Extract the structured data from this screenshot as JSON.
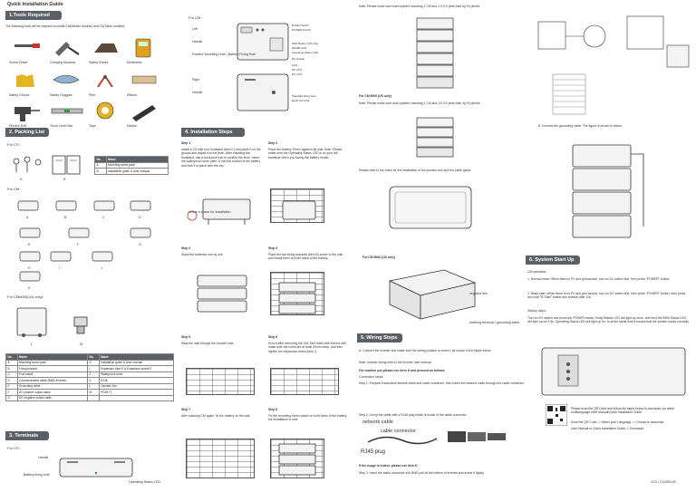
{
  "title": "Quick Installation Guide",
  "sections": {
    "tools": "1.Tools Required",
    "packing": "2. Packing List",
    "terminals": "3. Terminals",
    "install": "4. Installation Steps",
    "wiring": "5. Wiring Steps",
    "startup": "6. System Start Up"
  },
  "tools": {
    "intro": "The following tools will be required to install CM(Master module) and CS(Slave module):",
    "items": [
      "Screw Driver",
      "Crimping Modular",
      "Safety Shoes",
      "Multimeter",
      "Safety Gloves",
      "Safety Goggles",
      "Plier",
      "Ribbon",
      "Electric Drill",
      "Truck Level Bar",
      "Tape",
      "Marker"
    ]
  },
  "packing": {
    "for_cs": "For CS :",
    "for_cm": "For CM :",
    "for_cm6000": "For CM6000(US only):",
    "cs_table_header": [
      "No.",
      "Name"
    ],
    "cs_table_rows": [
      [
        "A",
        "Mounting screw pack"
      ],
      [
        "B",
        "Installation guide & User manual"
      ]
    ],
    "cm_letters": [
      "A",
      "B",
      "C",
      "D",
      "E",
      "F",
      "G",
      "H",
      "I",
      "J",
      "K"
    ],
    "cm6000_letters": [
      "L",
      "M"
    ],
    "table_header": [
      "No.",
      "Name",
      "No.",
      "Name"
    ],
    "table_rows": [
      [
        "A",
        "Mounting screw pack",
        "H",
        "Installation guide & User manual"
      ],
      [
        "B",
        "Fixing bracket",
        "I",
        "Expansion tube*2 & Expansion screw*2"
      ],
      [
        "C",
        "Foot stand",
        "J",
        "Waterproof cover"
      ],
      [
        "D",
        "Communication cable (BMS-Inverter)",
        "K",
        "RJ45"
      ],
      [
        "E",
        "Grounding cable",
        "L",
        "Junction box"
      ],
      [
        "F",
        "DC positive output cable",
        "M",
        "PG45 *2"
      ],
      [
        "G",
        "DC negative output cable",
        "",
        ""
      ]
    ]
  },
  "terminals": {
    "for_cs": "For CS :",
    "labels": [
      "Handle",
      "Battery fixing hole",
      "Operating Status LED"
    ]
  },
  "install": {
    "for_cm": "For CM :",
    "cm_labels_left": [
      "Left",
      "Handle",
      "Positive Mounting Hole / Battery Fixing Hole",
      "Right",
      "Handle"
    ],
    "cm_labels_right": [
      "B Start Switch",
      "POWER Switch",
      "RSD Button (US only)",
      "RS485 CAN",
      "Operating Status LED",
      "DC Switch",
      "CAN",
      "DC OUT",
      "DC OUT-",
      "Standard fixing hole",
      "Earth Terminal"
    ],
    "steps": [
      {
        "title": "Step 1",
        "text": "Install a CS with four footstand (item C) and place it on the ground and adjust it to the level. After installing the footstand, use a truck-level bar to confirm the level. Insert the waterproof cover (item J) into the bottom of the battery and lock it in place with the clip."
      },
      {
        "title": "Step 2",
        "text": "Place the battery 20mm against the wall. Note: Please make sure the Operating Status LED is on your left handside when you facing the battery model."
      },
      {
        "title": "Step 3",
        "text": "Stack the batteries one by one."
      },
      {
        "title": "Step 4",
        "text": "Place the two fixing brackets (item B) closer to the wall and install them on both sides of the battery."
      },
      {
        "title": "Step 5",
        "text": "Mark the wall through the bracket hole."
      },
      {
        "title": "Step 6",
        "text": "Punch after removing the CM. Drill holes with electric drill, make sure the holes are at least 50mm deep, and then tighten the expansion tubes (item I)."
      },
      {
        "title": "Step 7",
        "text": "After stacking CM again, fix the battery on the wall."
      },
      {
        "title": "Step 8",
        "text": "Fix the mounting screw packs on both sides of the battery, the installation is over."
      }
    ],
    "warning": "Leave a space for installation"
  },
  "notes": {
    "top_note": "Note: Please make sure each system including 1 CM and 1-5 CS (less than 6)(*6) pieces",
    "cm6000_title": "For CM 6000 (US only)",
    "cm6000_note": "Note: Please make sure each system including 1 CM and 1-5 CS (less than 4)(*4) pieces.",
    "junction_note": "Please refer to the video for the installation of the junction box and the cable gland.",
    "cm8000_title": "For CM 8000 (US only)",
    "ground_note": "8: Connect the grounding cable. The figure is shown in below.",
    "ground_label": "negative line",
    "ground_label2": "earthing terminal / grounding cable"
  },
  "wiring": {
    "p1": "A: Connect the inverter and make sure the wiring position is correct, as shown in the figure below.",
    "p2": "Note: Inverter wiring refer to the inverter user manual.",
    "outdoor_title": "For outdoor use,please use form K and proceed as follows",
    "connect_steps": "Connection steps:",
    "step1": "Step 1: Prepare a standard network cable and cable connector, then insert the network cable through the cable connector.",
    "step2": "Step 2: Crimp the cable with a RJ45 plug which is inside of the cable connector.",
    "network_cable": "network cable",
    "cable_connector": "cable connector",
    "rj45": "RJ45 plug",
    "indoor_title": "If the usage is indoor, please use item D",
    "step3": "Step 3: Insert the cable connector into BMS port at the bottom of inverter and screw it tightly."
  },
  "startup": {
    "cm_op": "CM operation:",
    "op1": "1. Normal mode: When there is PV and grid access, turn on DC switch first, then press \"POWER\" button.",
    "op2": "2. Black start: When there is no PV and grid access, turn on DC switch first, then press \"POWER\" button, then press and hold \"B-Start\" button and release after 10s.",
    "startup_steps": "Startup steps:",
    "startup_text": "Turn on DC switch and press the POWER switch, firstly Master LED will light up once, and then the BMS Status LED will light up for 0.5s; Operating Status LED will light up for 1s at the same time,it means that the system works normally.",
    "qr_text": "Please scan the QR Code and follow the steps below to download our latest multilanguage User Manual/Quick Installation Guide.",
    "qr_step1": "Scan the QR Code -> Select your Language -> Choose to download",
    "qr_step2": "User Manual or Quick Installation Guide -> Download",
    "doc_code": "V1.0 | 3.3.0000.00"
  },
  "colors": {
    "header": "#5b5f66",
    "brand_red": "#c0392b"
  }
}
